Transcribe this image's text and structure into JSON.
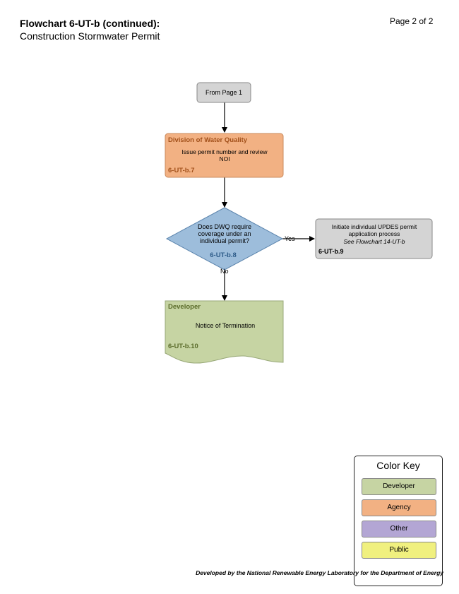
{
  "header": {
    "title": "Flowchart 6-UT-b (continued):",
    "subtitle": "Construction Stormwater Permit",
    "page": "Page 2 of 2"
  },
  "flow": {
    "start": {
      "label": "From Page 1"
    },
    "agency_box": {
      "role": "Division of Water Quality",
      "text_line1": "Issue permit number and review",
      "text_line2": "NOI",
      "id": "6-UT-b.7"
    },
    "decision": {
      "line1": "Does DWQ require",
      "line2": "coverage under an",
      "line3": "individual permit?",
      "id": "6-UT-b.8",
      "yes_label": "Yes",
      "no_label": "No"
    },
    "other_box": {
      "line1": "Initiate individual UPDES permit",
      "line2": "application process",
      "line3": "See Flowchart 14-UT-b",
      "id": "6-UT-b.9"
    },
    "developer_doc": {
      "role": "Developer",
      "text": "Notice of Termination",
      "id": "6-UT-b.10"
    }
  },
  "color_key": {
    "title": "Color Key",
    "items": [
      {
        "label": "Developer",
        "color": "#c6d4a3"
      },
      {
        "label": "Agency",
        "color": "#f2b183"
      },
      {
        "label": "Other",
        "color": "#b3a6d4"
      },
      {
        "label": "Public",
        "color": "#f0f07f"
      }
    ]
  },
  "colors": {
    "developer_fill": "#c6d4a3",
    "developer_text": "#5a6b2a",
    "agency_fill": "#f2b183",
    "agency_text": "#a2501a",
    "decision_fill": "#9dbddb",
    "decision_text": "#2f5d8a",
    "gray_fill": "#d4d4d4"
  },
  "footer": {
    "credit": "Developed by the National Renewable Energy Laboratory for the Department of Energy"
  }
}
